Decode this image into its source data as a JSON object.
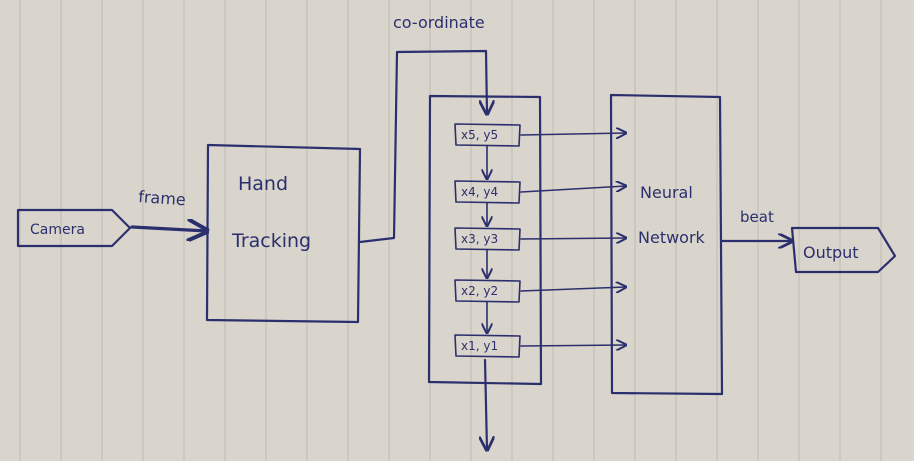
{
  "nodes": {
    "camera": "Camera",
    "hand_tracking_line1": "Hand",
    "hand_tracking_line2": "Tracking",
    "neural_network_line1": "Neural",
    "neural_network_line2": "Network",
    "output": "Output"
  },
  "edge_labels": {
    "frame": "frame",
    "coordinate": "co-ordinate",
    "beat": "beat"
  },
  "coordinate_slots": [
    {
      "label": "x5, y5"
    },
    {
      "label": "x4, y4"
    },
    {
      "label": "x3, y3"
    },
    {
      "label": "x2, y2"
    },
    {
      "label": "x1, y1"
    }
  ],
  "colors": {
    "paper": "#d9d5cc",
    "ink": "#2c2f6e",
    "ruling": "#bdbab3"
  }
}
